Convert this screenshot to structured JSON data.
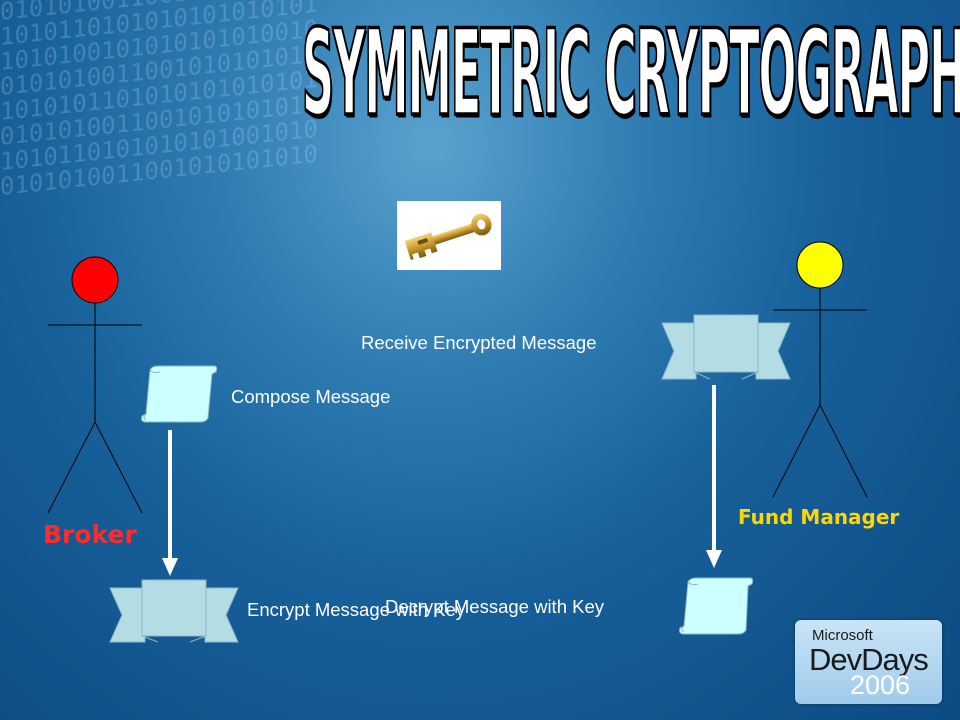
{
  "slide": {
    "title": "SYMMETRIC CRYPTOGRAPHY"
  },
  "actors": {
    "broker": {
      "label": "Broker",
      "head_color": "#ff0000",
      "label_color": "#ff2a2a"
    },
    "fund_manager": {
      "label": "Fund Manager",
      "head_color": "#ffff00",
      "label_color": "#ffd700"
    }
  },
  "steps": {
    "compose": "Compose Message",
    "encrypt": "Encrypt Message with Key",
    "receive": "Receive Encrypted Message",
    "decrypt": "Decrypt Message with Key"
  },
  "logo": {
    "company": "Microsoft",
    "product": "DevDays",
    "year": "2006"
  },
  "icons": {
    "key": "golden-key-icon",
    "message": "scroll-icon",
    "encrypted_message": "banner-scroll-icon"
  },
  "colors": {
    "scroll_fill": "#ccffff",
    "banner_fill": "#b4dce4",
    "arrow": "#ffffff"
  }
}
